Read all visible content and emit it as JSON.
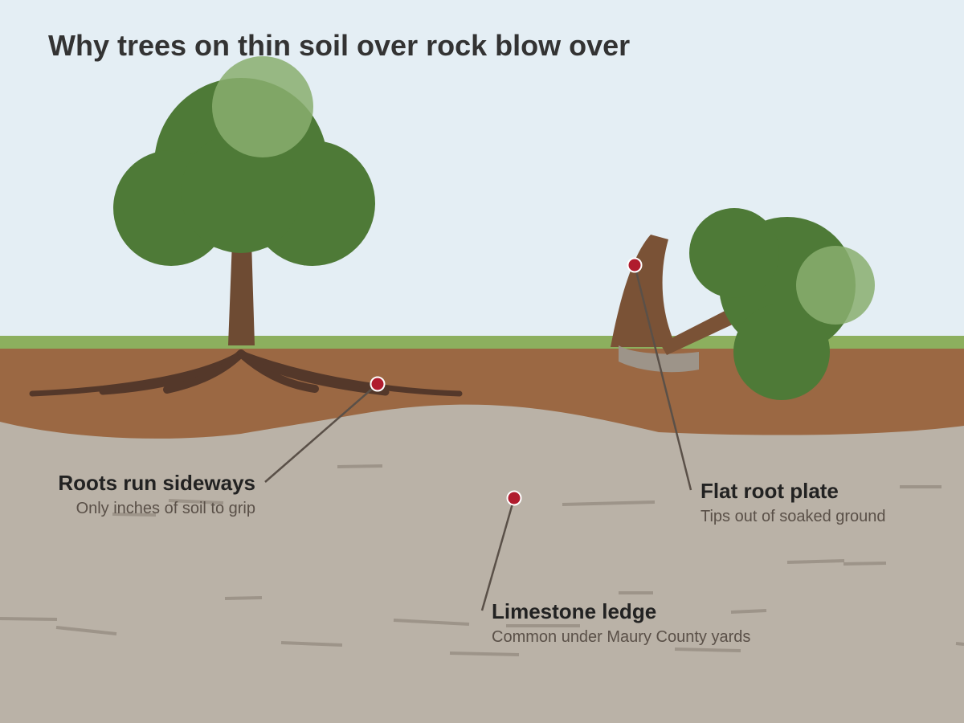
{
  "title": "Why trees on thin soil over rock blow over",
  "colors": {
    "sky": "#e4eef4",
    "grass": "#8caf5e",
    "soil": "#9b6843",
    "rock": "#bab2a7",
    "rock_crack": "#9d9489",
    "canopy": "#4e7a37",
    "canopy_highlight": "#8aae6e",
    "trunk": "#6e4b33",
    "fallen_trunk": "#7a5236",
    "roots": "#54382a",
    "leader_line": "#5a5048",
    "marker": "#b01c2e"
  },
  "callouts": [
    {
      "id": "roots",
      "heading": "Roots run sideways",
      "subtext": "Only inches of soil to grip"
    },
    {
      "id": "root_plate",
      "heading": "Flat root plate",
      "subtext": "Tips out of soaked ground"
    },
    {
      "id": "limestone",
      "heading": "Limestone ledge",
      "subtext": "Common under Maury County yards"
    }
  ]
}
